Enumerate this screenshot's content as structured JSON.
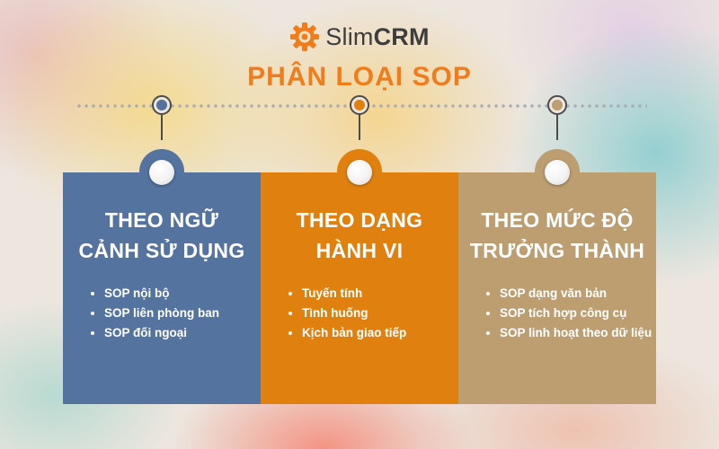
{
  "logo": {
    "light": "Slim",
    "bold": "CRM",
    "icon": "gear-icon",
    "icon_color": "#f07c1c"
  },
  "title": "PHÂN LOẠI SOP",
  "colors": {
    "title": "#f07c1c",
    "blue": "#54739f",
    "orange": "#e0810f",
    "tan": "#bc9e71"
  },
  "categories": [
    {
      "heading_line1": "THEO NGỮ",
      "heading_line2": "CẢNH SỬ DỤNG",
      "color": "#54739f",
      "items": [
        "SOP nội bộ",
        "SOP liên phòng ban",
        "SOP đối ngoại"
      ]
    },
    {
      "heading_line1": "THEO DẠNG",
      "heading_line2": "HÀNH VI",
      "color": "#e0810f",
      "items": [
        "Tuyến tính",
        "Tình huống",
        "Kịch bản giao tiếp"
      ]
    },
    {
      "heading_line1": "THEO MỨC ĐỘ",
      "heading_line2": "TRƯỞNG THÀNH",
      "color": "#bc9e71",
      "items": [
        "SOP dạng văn bản",
        "SOP tích hợp công cụ",
        "SOP linh hoạt theo dữ liệu"
      ]
    }
  ]
}
